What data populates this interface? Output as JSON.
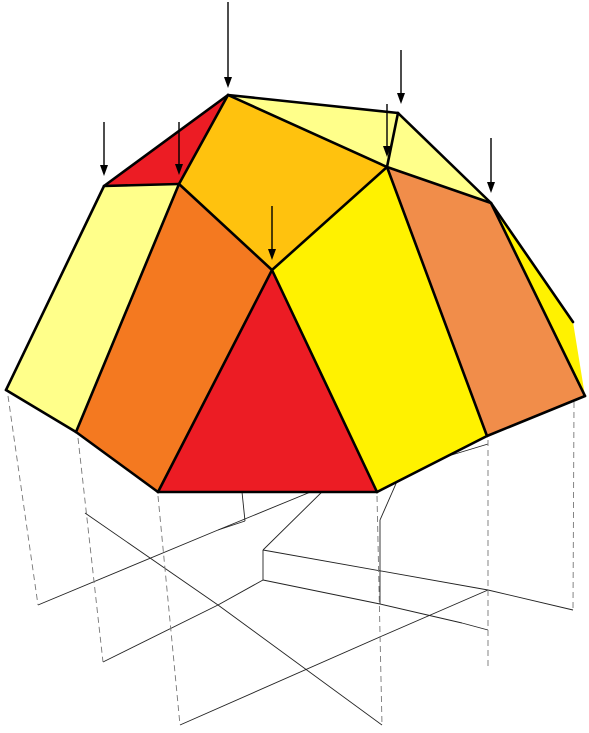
{
  "figure": {
    "colors": {
      "red": "#EC1C24",
      "dark_orange": "#F47920",
      "light_orange": "#F18D4A",
      "gold": "#FFC20E",
      "yellow": "#FFF200",
      "pale_yellow": "#FFFF8A",
      "edge": "#000000",
      "grid": "#222222",
      "projection": "#777777"
    },
    "faces": [
      {
        "name": "face-left-triangle-red",
        "color": "red"
      },
      {
        "name": "face-top-gold",
        "color": "gold"
      },
      {
        "name": "face-top-right-pale-yellow",
        "color": "pale_yellow"
      },
      {
        "name": "face-left-pale-yellow",
        "color": "pale_yellow"
      },
      {
        "name": "face-front-left-dark-orange",
        "color": "dark_orange"
      },
      {
        "name": "face-front-red-triangle",
        "color": "red"
      },
      {
        "name": "face-front-right-yellow",
        "color": "yellow"
      },
      {
        "name": "face-right-light-orange",
        "color": "light_orange"
      },
      {
        "name": "face-far-right-yellow",
        "color": "yellow"
      }
    ],
    "arrow_count": 7
  }
}
